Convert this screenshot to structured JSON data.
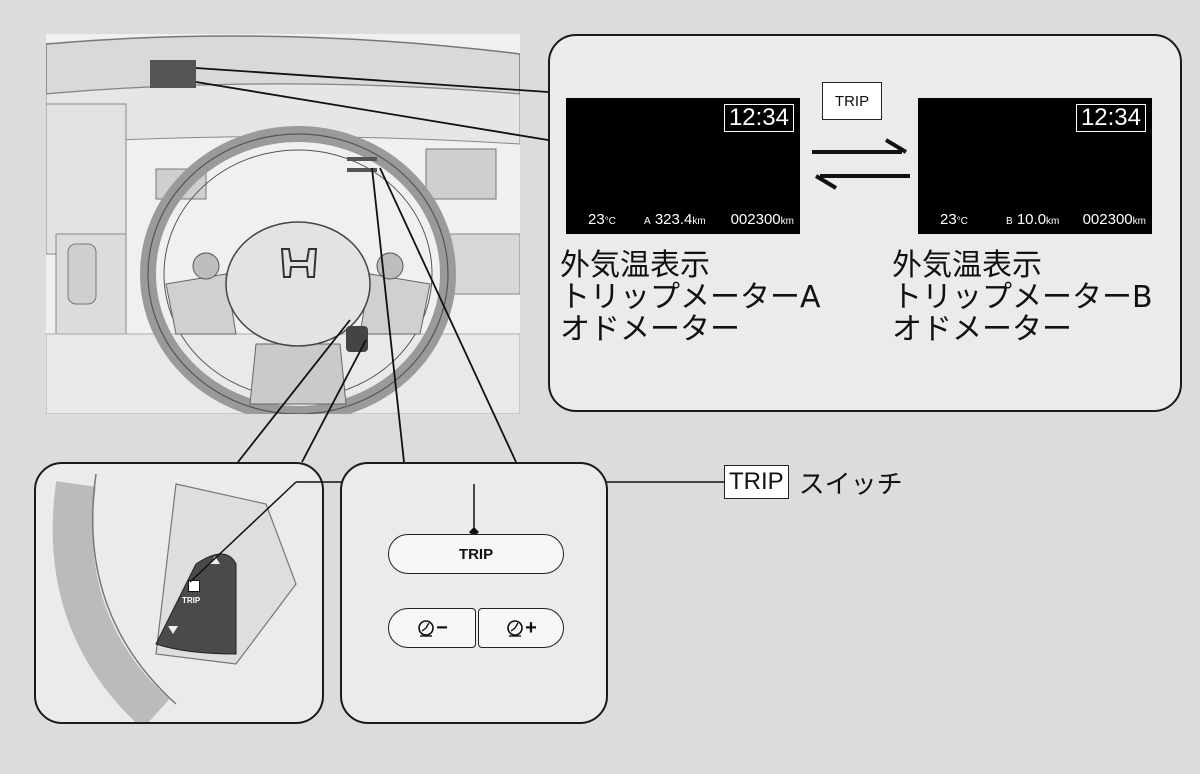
{
  "display_left": {
    "clock": "12:34",
    "temp_value": "23",
    "temp_unit": "°C",
    "trip_letter": "A",
    "trip_value": "323.4",
    "trip_unit": "km",
    "odo_value": "002300",
    "odo_unit": "km"
  },
  "display_right": {
    "clock": "12:34",
    "temp_value": "23",
    "temp_unit": "°C",
    "trip_letter": "B",
    "trip_value": "10.0",
    "trip_unit": "km",
    "odo_value": "002300",
    "odo_unit": "km"
  },
  "switch_label_box": "TRIP",
  "caption_left": [
    "外気温表示",
    "トリップメーターA",
    "オドメーター"
  ],
  "caption_right": [
    "外気温表示",
    "トリップメーターB",
    "オドメーター"
  ],
  "trip_switch_label_box": "TRIP",
  "trip_switch_label_text": "スイッチ",
  "controls": {
    "trip_button": "TRIP",
    "minus_sign": "−",
    "plus_sign": "+"
  },
  "steering_switch_label": "TRIP",
  "icons": [
    "gauge-minus-icon",
    "gauge-plus-icon",
    "honda-logo-icon",
    "arrow-right-icon",
    "arrow-left-icon",
    "triangle-up-icon",
    "triangle-down-icon"
  ]
}
